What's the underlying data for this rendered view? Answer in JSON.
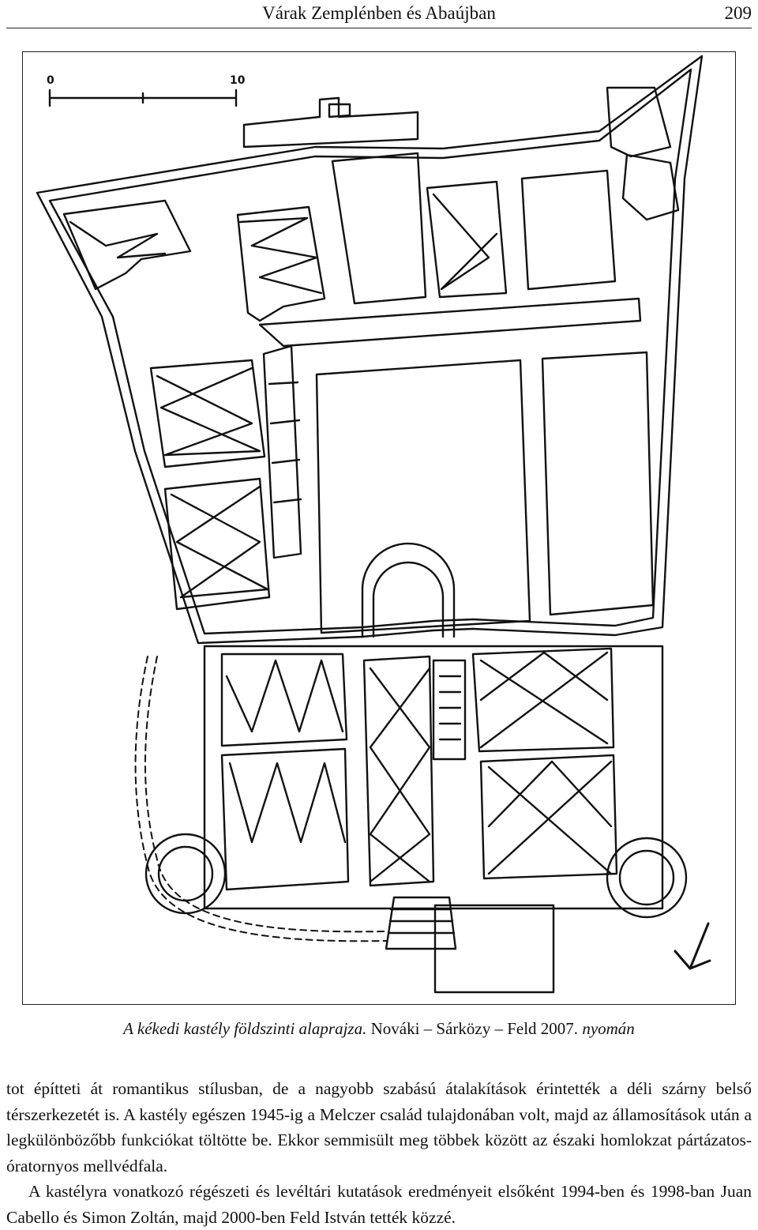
{
  "header": {
    "running_title": "Várak Zemplénben és Abaújban",
    "page_number": "209"
  },
  "figure": {
    "scale_labels": {
      "start": "0",
      "end": "10"
    },
    "north_arrow_icon": "north-arrow-icon"
  },
  "caption": {
    "part1": "A kékedi kastély földszinti alaprajza.",
    "part2": "Nováki – Sárközy – Feld 2007.",
    "part3": "nyomán"
  },
  "body": {
    "paragraph1": "tot építteti át romantikus stílusban, de a nagyobb szabású átalakítások érintették a déli szárny belső térszerkezetét is. A kastély egészen 1945-ig a Melczer család tulajdonában volt, majd az államosítások után a legkülönbözőbb funkciókat töltötte be. Ekkor semmisült meg többek között az északi homlokzat pártázatos-óratornyos mellvédfala.",
    "paragraph2": "A kastélyra vonatkozó régészeti és levéltári kutatások eredményeit elsőként 1994-ben és 1998-ban Juan Cabello és Simon Zoltán, majd 2000-ben Feld István tették közzé."
  }
}
